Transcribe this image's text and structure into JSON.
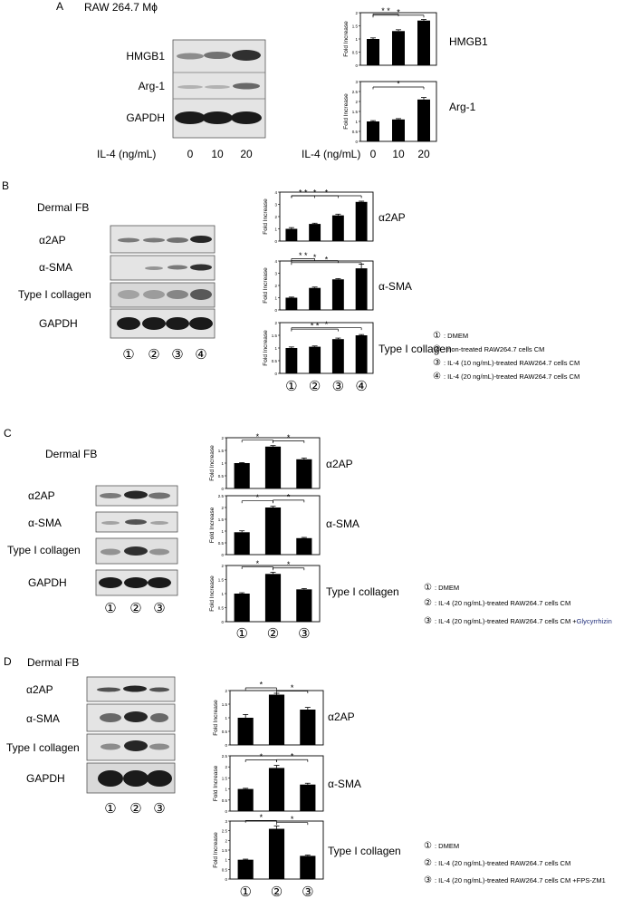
{
  "panels": [
    {
      "letter": "A",
      "cell_label": "RAW 264.7 Mϕ",
      "blot_rows": [
        "HMGB1",
        "Arg-1",
        "GAPDH"
      ],
      "lane_axis": {
        "title": "IL-4 (ng/mL)",
        "lanes": [
          "0",
          "10",
          "20"
        ]
      },
      "legend": []
    },
    {
      "letter": "B",
      "cell_label": "Dermal FB",
      "blot_rows": [
        "α2AP",
        "α-SMA",
        "Type I collagen",
        "GAPDH"
      ],
      "lane_axis": {
        "title": "",
        "lanes": [
          "①",
          "②",
          "③",
          "④"
        ]
      },
      "legend": [
        {
          "mark": "①",
          "text": ": DMEM",
          "extra": ""
        },
        {
          "mark": "②",
          "text": ": non-treated RAW264.7 cells CM",
          "extra": ""
        },
        {
          "mark": "③",
          "text": ":  IL-4 (10 ng/mL)-treated RAW264.7 cells CM",
          "extra": ""
        },
        {
          "mark": "④",
          "text": ": IL-4 (20 ng/mL)-treated RAW264.7 cells CM",
          "extra": ""
        }
      ]
    },
    {
      "letter": "C",
      "cell_label": "Dermal FB",
      "blot_rows": [
        "α2AP",
        "α-SMA",
        "Type I collagen",
        "GAPDH"
      ],
      "lane_axis": {
        "title": "",
        "lanes": [
          "①",
          "②",
          "③"
        ]
      },
      "legend": [
        {
          "mark": "①",
          "text": ": DMEM",
          "extra": ""
        },
        {
          "mark": "②",
          "text": ":  IL-4 (20 ng/mL)-treated RAW264.7 cells CM",
          "extra": ""
        },
        {
          "mark": "③",
          "text": ":  IL-4 (20 ng/mL)-treated RAW264.7 cells CM +",
          "extra": "Glycyrrhizin"
        }
      ]
    },
    {
      "letter": "D",
      "cell_label": "Dermal FB",
      "blot_rows": [
        "α2AP",
        "α-SMA",
        "Type I collagen",
        "GAPDH"
      ],
      "lane_axis": {
        "title": "",
        "lanes": [
          "①",
          "②",
          "③"
        ]
      },
      "legend": [
        {
          "mark": "①",
          "text": ": DMEM",
          "extra": ""
        },
        {
          "mark": "②",
          "text": ":  IL-4 (20 ng/mL)-treated RAW264.7 cells CM",
          "extra": ""
        },
        {
          "mark": "③",
          "text": ":  IL-4 (20 ng/mL)-treated RAW264.7 cells CM +FPS-ZM1",
          "extra": ""
        }
      ]
    }
  ],
  "colors": {
    "bar": "#000000",
    "legend_extra": "#1f2d7a",
    "blot_bg": "#e4e4e4",
    "band": "#1a1a1a"
  },
  "chart_data": [
    {
      "panel": "A",
      "type": "bar",
      "label": "HMGB1",
      "ylabel": "Fold Increase",
      "categories": [
        "0",
        "10",
        "20"
      ],
      "values": [
        1.0,
        1.3,
        1.7
      ],
      "errors": [
        0.04,
        0.05,
        0.04
      ],
      "ylim": [
        0,
        2
      ],
      "yticks": [
        0,
        0.5,
        1,
        1.5,
        2
      ],
      "yticklabels": [
        "0",
        "0.5",
        "1",
        "1.5",
        "2"
      ],
      "xlabel": "IL-4 (ng/mL)",
      "significance": [
        {
          "from": 0,
          "to": 1,
          "text": "* *"
        },
        {
          "from": 0,
          "to": 2,
          "text": "*"
        }
      ]
    },
    {
      "panel": "A",
      "type": "bar",
      "label": "Arg-1",
      "ylabel": "Fold Increase",
      "categories": [
        "0",
        "10",
        "20"
      ],
      "values": [
        1.0,
        1.1,
        2.1
      ],
      "errors": [
        0.04,
        0.04,
        0.1
      ],
      "ylim": [
        0,
        3
      ],
      "yticks": [
        0,
        0.5,
        1,
        1.5,
        2,
        2.5,
        3
      ],
      "yticklabels": [
        "0",
        "0.5",
        "1",
        "1.5",
        "2",
        "2.5",
        "3"
      ],
      "xlabel": "IL-4 (ng/mL)",
      "significance": [
        {
          "from": 0,
          "to": 2,
          "text": "*"
        }
      ]
    },
    {
      "panel": "B",
      "type": "bar",
      "label": "α2AP",
      "ylabel": "Fold Increase",
      "categories": [
        "①",
        "②",
        "③",
        "④"
      ],
      "values": [
        1.0,
        1.4,
        2.1,
        3.2
      ],
      "errors": [
        0.1,
        0.06,
        0.1,
        0.06
      ],
      "ylim": [
        0,
        4
      ],
      "yticks": [
        0,
        1,
        2,
        3,
        4
      ],
      "yticklabels": [
        "0",
        "1",
        "2",
        "3",
        "4"
      ],
      "xlabel": "",
      "significance": [
        {
          "from": 0,
          "to": 1,
          "text": "* *"
        },
        {
          "from": 0,
          "to": 2,
          "text": "*"
        },
        {
          "from": 0,
          "to": 3,
          "text": "*"
        }
      ]
    },
    {
      "panel": "B",
      "type": "bar",
      "label": "α-SMA",
      "ylabel": "Fold Increase",
      "categories": [
        "①",
        "②",
        "③",
        "④"
      ],
      "values": [
        1.0,
        1.8,
        2.5,
        3.4
      ],
      "errors": [
        0.05,
        0.07,
        0.06,
        0.35
      ],
      "ylim": [
        0,
        4
      ],
      "yticks": [
        0,
        1,
        2,
        3,
        4
      ],
      "yticklabels": [
        "0",
        "1",
        "2",
        "3",
        "4"
      ],
      "xlabel": "",
      "significance": [
        {
          "from": 0,
          "to": 1,
          "text": "* *"
        },
        {
          "from": 0,
          "to": 2,
          "text": "*"
        },
        {
          "from": 0,
          "to": 3,
          "text": "*"
        }
      ]
    },
    {
      "panel": "B",
      "type": "bar",
      "label": "Type I collagen",
      "ylabel": "Fold Increase",
      "categories": [
        "①",
        "②",
        "③",
        "④"
      ],
      "values": [
        1.0,
        1.05,
        1.35,
        1.5
      ],
      "errors": [
        0.04,
        0.03,
        0.04,
        0.03
      ],
      "ylim": [
        0,
        2
      ],
      "yticks": [
        0,
        0.5,
        1,
        1.5,
        2
      ],
      "yticklabels": [
        "0",
        "0.5",
        "1",
        "1.5",
        "2"
      ],
      "xlabel": "",
      "significance": [
        {
          "from": 0,
          "to": 2,
          "text": "* *"
        },
        {
          "from": 0,
          "to": 3,
          "text": "*"
        }
      ]
    },
    {
      "panel": "C",
      "type": "bar",
      "label": "α2AP",
      "ylabel": "Fold Increase",
      "categories": [
        "①",
        "②",
        "③"
      ],
      "values": [
        1.0,
        1.65,
        1.15
      ],
      "errors": [
        0.02,
        0.04,
        0.05
      ],
      "ylim": [
        0,
        2
      ],
      "yticks": [
        0,
        0.5,
        1,
        1.5,
        2
      ],
      "yticklabels": [
        "0",
        "0.5",
        "1",
        "1.5",
        "2"
      ],
      "xlabel": "",
      "significance": [
        {
          "from": 0,
          "to": 1,
          "text": "*"
        },
        {
          "from": 1,
          "to": 2,
          "text": "*"
        }
      ]
    },
    {
      "panel": "C",
      "type": "bar",
      "label": "α-SMA",
      "ylabel": "Fold Increase",
      "categories": [
        "①",
        "②",
        "③"
      ],
      "values": [
        0.95,
        2.0,
        0.7
      ],
      "errors": [
        0.06,
        0.05,
        0.03
      ],
      "ylim": [
        0,
        2.5
      ],
      "yticks": [
        0,
        0.5,
        1,
        1.5,
        2,
        2.5
      ],
      "yticklabels": [
        "0",
        "0.5",
        "1",
        "1.5",
        "2",
        "2.5"
      ],
      "xlabel": "",
      "significance": [
        {
          "from": 0,
          "to": 1,
          "text": "*"
        },
        {
          "from": 1,
          "to": 2,
          "text": "*"
        }
      ]
    },
    {
      "panel": "C",
      "type": "bar",
      "label": "Type I collagen",
      "ylabel": "Fold Increase",
      "categories": [
        "①",
        "②",
        "③"
      ],
      "values": [
        1.0,
        1.7,
        1.15
      ],
      "errors": [
        0.03,
        0.06,
        0.03
      ],
      "ylim": [
        0,
        2
      ],
      "yticks": [
        0,
        0.5,
        1,
        1.5,
        2
      ],
      "yticklabels": [
        "0",
        "0.5",
        "1",
        "1.5",
        "2"
      ],
      "xlabel": "",
      "significance": [
        {
          "from": 0,
          "to": 1,
          "text": "*"
        },
        {
          "from": 1,
          "to": 2,
          "text": "*"
        }
      ]
    },
    {
      "panel": "D",
      "type": "bar",
      "label": "α2AP",
      "ylabel": "Fold Increase",
      "categories": [
        "①",
        "②",
        "③"
      ],
      "values": [
        1.0,
        1.85,
        1.3
      ],
      "errors": [
        0.12,
        0.05,
        0.08
      ],
      "ylim": [
        0,
        2
      ],
      "yticks": [
        0,
        0.5,
        1,
        1.5,
        2
      ],
      "yticklabels": [
        "0",
        "0.5",
        "1",
        "1.5",
        "2"
      ],
      "xlabel": "",
      "significance": [
        {
          "from": 0,
          "to": 1,
          "text": "*"
        },
        {
          "from": 1,
          "to": 2,
          "text": "*"
        }
      ]
    },
    {
      "panel": "D",
      "type": "bar",
      "label": "α-SMA",
      "ylabel": "Fold Increase",
      "categories": [
        "①",
        "②",
        "③"
      ],
      "values": [
        1.0,
        1.95,
        1.2
      ],
      "errors": [
        0.03,
        0.12,
        0.06
      ],
      "ylim": [
        0,
        2.5
      ],
      "yticks": [
        0,
        0.5,
        1,
        1.5,
        2,
        2.5
      ],
      "yticklabels": [
        "0",
        "0.5",
        "1",
        "1.5",
        "2",
        "2.5"
      ],
      "xlabel": "",
      "significance": [
        {
          "from": 0,
          "to": 1,
          "text": "*"
        },
        {
          "from": 1,
          "to": 2,
          "text": "*"
        }
      ]
    },
    {
      "panel": "D",
      "type": "bar",
      "label": "Type I collagen",
      "ylabel": "Fold Increase",
      "categories": [
        "①",
        "②",
        "③"
      ],
      "values": [
        1.0,
        2.6,
        1.2
      ],
      "errors": [
        0.03,
        0.15,
        0.04
      ],
      "ylim": [
        0,
        3
      ],
      "yticks": [
        0,
        0.5,
        1,
        1.5,
        2,
        2.5,
        3
      ],
      "yticklabels": [
        "0",
        "0.5",
        "1",
        "1.5",
        "2",
        "2.5",
        "3"
      ],
      "xlabel": "",
      "significance": [
        {
          "from": 0,
          "to": 1,
          "text": "*"
        },
        {
          "from": 1,
          "to": 2,
          "text": "*"
        }
      ]
    }
  ]
}
